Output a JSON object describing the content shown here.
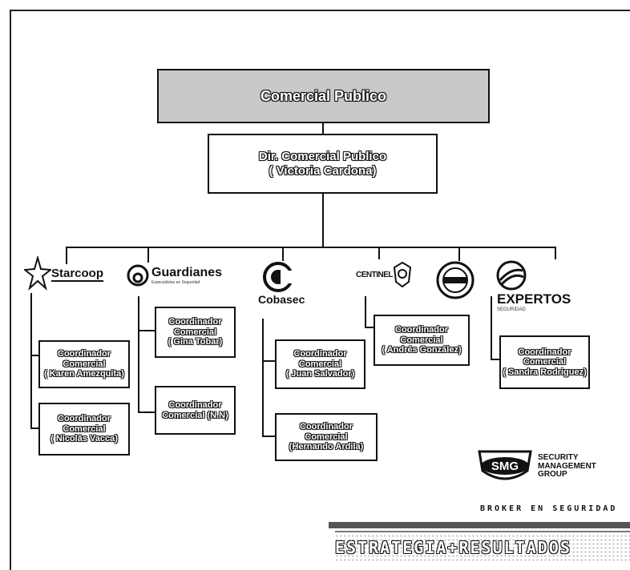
{
  "top": {
    "title": "Comercial Publico"
  },
  "director": {
    "line1": "Dir. Comercial Publico",
    "line2": "( Victoria Cardona)"
  },
  "companies": {
    "starcoop": "Starcoop",
    "guardianes": "Guardianes",
    "guardianes_sub": "Especialistas en Seguridad",
    "cobasec": "Cobasec",
    "centinel": "CENTINEL",
    "expertos": "EXPERTOS",
    "expertos_sub": "SEGURIDAD"
  },
  "coordinators": {
    "starcoop_1": [
      "Coordinador",
      "Comercial",
      "( Karen Amezquita)"
    ],
    "starcoop_2": [
      "Coordinador",
      "Comercial",
      "( Nicolás Vacca)"
    ],
    "guardianes_1": [
      "Coordinador",
      "Comercial",
      "( Gina Tobar)"
    ],
    "guardianes_2": [
      "Coordinador",
      "Comercial  (N.N)"
    ],
    "cobasec_1": [
      "Coordinador",
      "Comercial",
      "( Juan Salvador)"
    ],
    "cobasec_2": [
      "Coordinador Comercial",
      "(Hernando Ardila)"
    ],
    "centinel_1": [
      "Coordinador",
      "Comercial",
      "( Andrés González)"
    ],
    "expertos_1": [
      "Coordinador",
      "Comercial",
      "( Sandra Rodriguez)"
    ]
  },
  "smg": {
    "badge": "SMG",
    "line1": "SECURITY",
    "line2": "MANAGEMENT",
    "line3": "GROUP",
    "tagline": "BROKER EN SEGURIDAD"
  },
  "footer": {
    "motto": "ESTRATEGIA+RESULTADOS"
  }
}
